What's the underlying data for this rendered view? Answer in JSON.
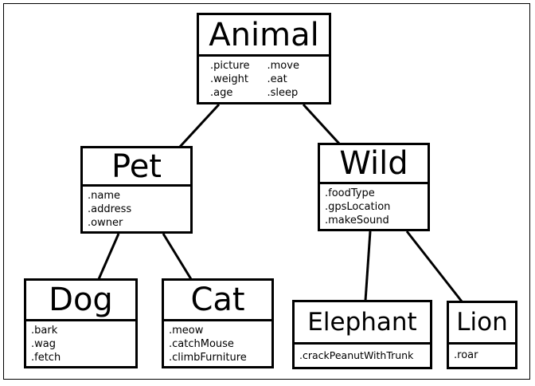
{
  "nodes": {
    "animal": {
      "title": "Animal",
      "col1": [
        ".picture",
        ".weight",
        ".age"
      ],
      "col2": [
        ".move",
        ".eat",
        ".sleep"
      ]
    },
    "pet": {
      "title": "Pet",
      "attrs": [
        ".name",
        ".address",
        ".owner"
      ]
    },
    "wild": {
      "title": "Wild",
      "attrs": [
        ".foodType",
        ".gpsLocation",
        ".makeSound"
      ]
    },
    "dog": {
      "title": "Dog",
      "attrs": [
        ".bark",
        ".wag",
        ".fetch"
      ]
    },
    "cat": {
      "title": "Cat",
      "attrs": [
        ".meow",
        ".catchMouse",
        ".climbFurniture"
      ]
    },
    "elephant": {
      "title": "Elephant",
      "attrs": [
        ".crackPeanutWithTrunk"
      ]
    },
    "lion": {
      "title": "Lion",
      "attrs": [
        ".roar"
      ]
    }
  },
  "edges": [
    {
      "from": "animal",
      "to": "pet"
    },
    {
      "from": "animal",
      "to": "wild"
    },
    {
      "from": "pet",
      "to": "dog"
    },
    {
      "from": "pet",
      "to": "cat"
    },
    {
      "from": "wild",
      "to": "elephant"
    },
    {
      "from": "wild",
      "to": "lion"
    }
  ]
}
